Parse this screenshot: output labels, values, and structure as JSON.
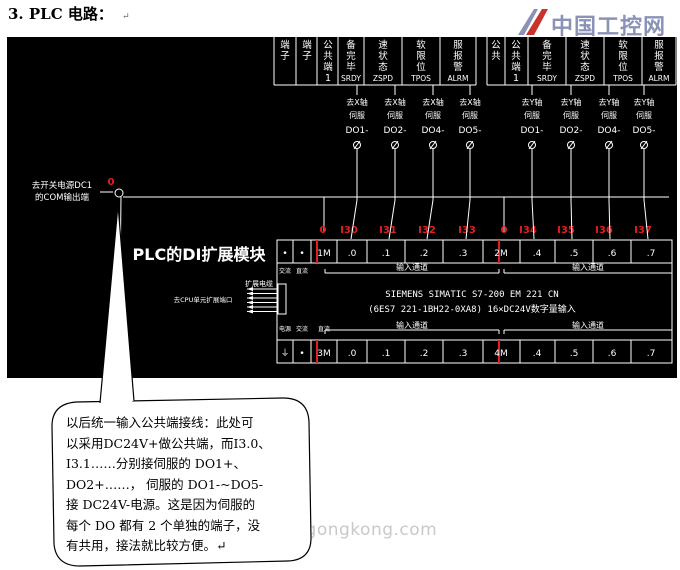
{
  "heading": {
    "number": "3.",
    "title": "PLC 电路：",
    "mark": "↵"
  },
  "logo": {
    "text": "中国工控网"
  },
  "watermark": {
    "text": "www.gongkong.com"
  },
  "diagram": {
    "top_group_left": [
      {
        "col": "COM1",
        "lines": [
          "端",
          "子"
        ]
      },
      {
        "col": "COM2",
        "lines": [
          "端",
          "子"
        ]
      },
      {
        "col": "COM3",
        "lines": [
          "公",
          "共",
          "端",
          "1"
        ]
      },
      {
        "col": "SRDY",
        "lines": [
          "备",
          "完",
          "毕",
          "SRDY"
        ]
      },
      {
        "col": "ZSPD",
        "lines": [
          "速",
          "状",
          "态",
          "ZSPD"
        ]
      },
      {
        "col": "TPOS",
        "lines": [
          "软",
          "限",
          "位",
          "TPOS"
        ]
      },
      {
        "col": "ALRM",
        "lines": [
          "服",
          "报",
          "警",
          "ALRM"
        ]
      }
    ],
    "top_group_right": [
      {
        "col": "COM4",
        "lines": [
          "公",
          "共",
          "端",
          "1"
        ]
      },
      {
        "col": "SRDY2",
        "lines": [
          "备",
          "完",
          "毕",
          "SRDY"
        ]
      },
      {
        "col": "ZSPD2",
        "lines": [
          "速",
          "状",
          "态",
          "ZSPD"
        ]
      },
      {
        "col": "TPOS2",
        "lines": [
          "软",
          "限",
          "位",
          "TPOS"
        ]
      },
      {
        "col": "ALRM2",
        "lines": [
          "服",
          "报",
          "警",
          "ALRM"
        ]
      }
    ],
    "servo_labels": [
      {
        "axis": "去X轴",
        "servo": "伺服",
        "pin": "DO1-"
      },
      {
        "axis": "去X轴",
        "servo": "伺服",
        "pin": "DO2-"
      },
      {
        "axis": "去X轴",
        "servo": "伺服",
        "pin": "DO4-"
      },
      {
        "axis": "去X轴",
        "servo": "伺服",
        "pin": "DO5-"
      },
      {
        "axis": "去Y轴",
        "servo": "伺服",
        "pin": "DO1-"
      },
      {
        "axis": "去Y轴",
        "servo": "伺服",
        "pin": "DO2-"
      },
      {
        "axis": "去Y轴",
        "servo": "伺服",
        "pin": "DO4-"
      },
      {
        "axis": "去Y轴",
        "servo": "伺服",
        "pin": "DO5-"
      }
    ],
    "power_label": [
      "去开关电源DC1",
      "的COM输出端"
    ],
    "zero_mark": "0",
    "input_numbers": [
      "0",
      "I30",
      "I31",
      "I32",
      "I33",
      "0",
      "I34",
      "I35",
      "I36",
      "I37"
    ],
    "module_title": "PLC的DI扩展模块",
    "expansion_label": "扩展电缆",
    "cpu_label": "去CPU单元扩展端口",
    "top_terminals": [
      "•",
      "•",
      "1M",
      ".0",
      ".1",
      ".2",
      ".3",
      "2M",
      ".4",
      ".5",
      ".6",
      ".7"
    ],
    "top_small_labels": [
      "交流",
      "直流"
    ],
    "input_channel_text": "输入通道",
    "module_line1": "SIEMENS  SIMATIC  S7-200  EM 221 CN",
    "module_line2": "(6ES7 221-1BH22-0XA8)     16×DC24V数字量输入",
    "bottom_small_labels": [
      "电源",
      "交流",
      "直流"
    ],
    "bottom_terminals": [
      "⏚",
      "•",
      "3M",
      ".0",
      ".1",
      ".2",
      ".3",
      "4M",
      ".4",
      ".5",
      ".6",
      ".7"
    ]
  },
  "callout": {
    "lines": [
      "以后统一输入公共端接线：此处可",
      "以采用DC24V+做公共端，而I3.0、",
      "I3.1……分别接伺服的  DO1+、",
      "DO2+……，   伺服的   DO1-~DO5-",
      "接 DC24V-电源。这是因为伺服的",
      "每个 DO 都有 2 个单独的端子，没",
      "有共用，接法就比较方便。↵"
    ]
  }
}
